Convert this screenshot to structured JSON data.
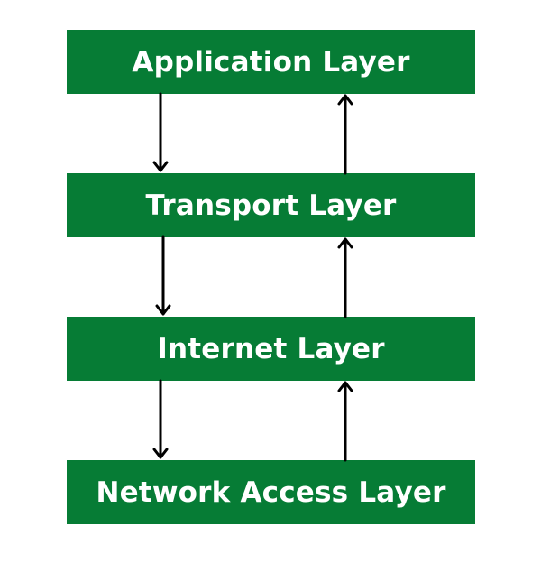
{
  "diagram": {
    "layers": [
      {
        "label": "Application Layer"
      },
      {
        "label": "Transport Layer"
      },
      {
        "label": "Internet Layer"
      },
      {
        "label": "Network Access Layer"
      }
    ],
    "colors": {
      "box_fill": "#067c35",
      "box_text": "#ffffff",
      "arrow": "#000000",
      "background": "#ffffff"
    }
  }
}
